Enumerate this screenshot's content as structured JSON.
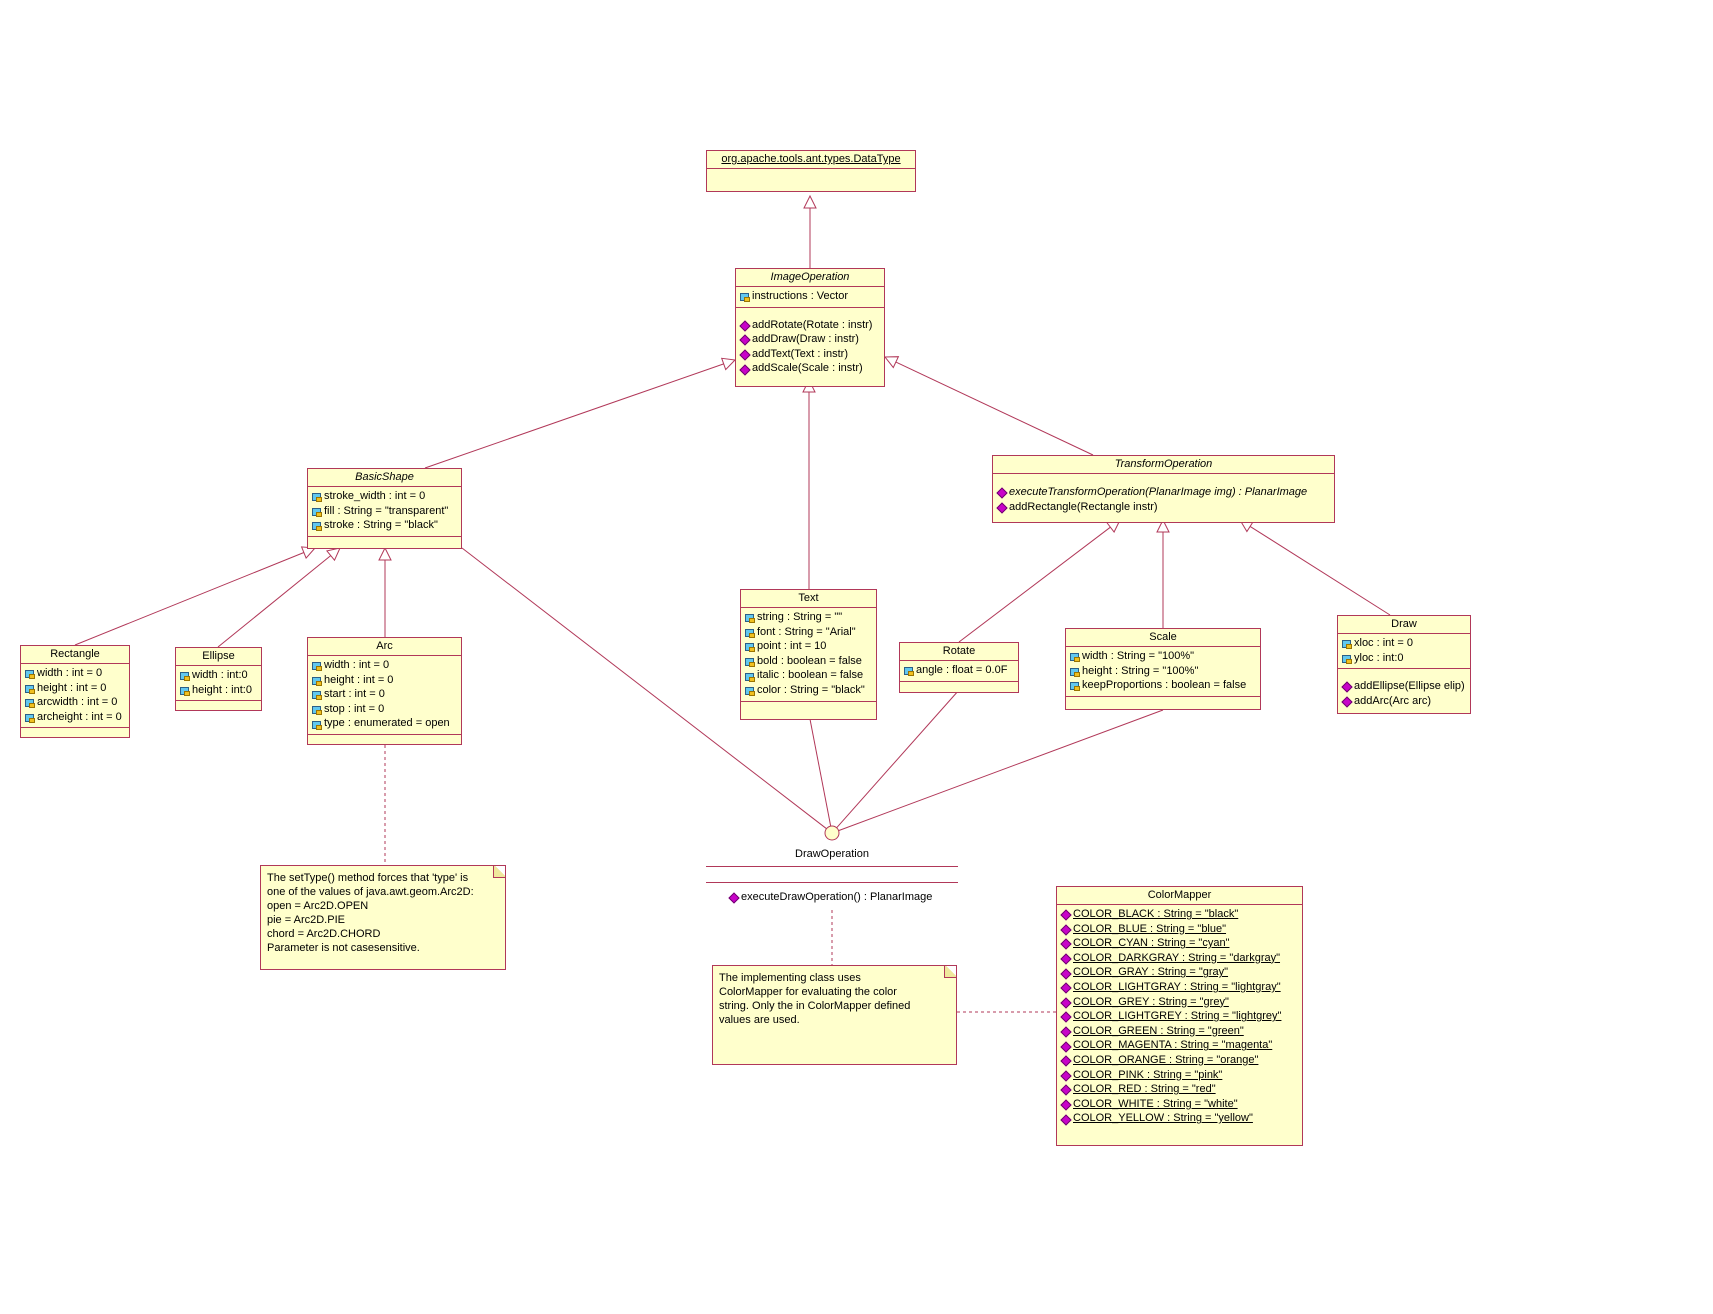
{
  "colors": {
    "background": "#FFFFFF",
    "box_fill": "#FFFFCC",
    "line": "#B13859",
    "operation_icon": "#C803C8",
    "attribute_icon": "#62C8EE"
  },
  "classes": {
    "datatype": {
      "title": "org.apache.tools.ant.types.DataType",
      "attributes": [],
      "operations": []
    },
    "imageOperation": {
      "title": "ImageOperation",
      "attributes": [
        {
          "kind": "attr",
          "text": "instructions : Vector"
        }
      ],
      "operations": [
        {
          "kind": "op",
          "text": "addRotate(Rotate : instr)"
        },
        {
          "kind": "op",
          "text": "addDraw(Draw : instr)"
        },
        {
          "kind": "op",
          "text": "addText(Text : instr)"
        },
        {
          "kind": "op",
          "text": "addScale(Scale : instr)"
        }
      ]
    },
    "basicShape": {
      "title": "BasicShape",
      "attributes": [
        {
          "kind": "attr",
          "text": "stroke_width : int = 0"
        },
        {
          "kind": "attr",
          "text": "fill : String = \"transparent\""
        },
        {
          "kind": "attr",
          "text": "stroke : String = \"black\""
        }
      ],
      "operations": []
    },
    "transformOperation": {
      "title": "TransformOperation",
      "attributes": [],
      "operations": [
        {
          "kind": "op",
          "text": "executeTransformOperation(PlanarImage img) : PlanarImage",
          "italic": true
        },
        {
          "kind": "op",
          "text": "addRectangle(Rectangle instr)"
        }
      ]
    },
    "rectangle": {
      "title": "Rectangle",
      "attributes": [
        {
          "kind": "attr",
          "text": "width : int = 0"
        },
        {
          "kind": "attr",
          "text": "height : int = 0"
        },
        {
          "kind": "attr",
          "text": "arcwidth : int = 0"
        },
        {
          "kind": "attr",
          "text": "archeight : int = 0"
        }
      ],
      "operations": []
    },
    "ellipse": {
      "title": "Ellipse",
      "attributes": [
        {
          "kind": "attr",
          "text": "width : int:0"
        },
        {
          "kind": "attr",
          "text": "height : int:0"
        }
      ],
      "operations": []
    },
    "arc": {
      "title": "Arc",
      "attributes": [
        {
          "kind": "attr",
          "text": "width : int = 0"
        },
        {
          "kind": "attr",
          "text": "height : int = 0"
        },
        {
          "kind": "attr",
          "text": "start : int = 0"
        },
        {
          "kind": "attr",
          "text": "stop : int = 0"
        },
        {
          "kind": "attr",
          "text": "type : enumerated = open"
        }
      ],
      "operations": []
    },
    "text": {
      "title": "Text",
      "attributes": [
        {
          "kind": "attr",
          "text": "string : String = \"\""
        },
        {
          "kind": "attr",
          "text": "font : String = \"Arial\""
        },
        {
          "kind": "attr",
          "text": "point : int = 10"
        },
        {
          "kind": "attr",
          "text": "bold : boolean = false"
        },
        {
          "kind": "attr",
          "text": "italic : boolean = false"
        },
        {
          "kind": "attr",
          "text": "color : String = \"black\""
        }
      ],
      "operations": []
    },
    "rotate": {
      "title": "Rotate",
      "attributes": [
        {
          "kind": "attr",
          "text": "angle : float = 0.0F"
        }
      ],
      "operations": []
    },
    "scale": {
      "title": "Scale",
      "attributes": [
        {
          "kind": "attr",
          "text": "width : String = \"100%\""
        },
        {
          "kind": "attr",
          "text": "height : String = \"100%\""
        },
        {
          "kind": "attr",
          "text": "keepProportions : boolean = false"
        }
      ],
      "operations": []
    },
    "draw": {
      "title": "Draw",
      "attributes": [
        {
          "kind": "attr",
          "text": "xloc : int = 0"
        },
        {
          "kind": "attr",
          "text": "yloc : int:0"
        }
      ],
      "operations": [
        {
          "kind": "op",
          "text": "addEllipse(Ellipse elip)"
        },
        {
          "kind": "op",
          "text": "addArc(Arc arc)"
        }
      ]
    },
    "colorMapper": {
      "title": "ColorMapper",
      "operations": [
        {
          "kind": "op",
          "underline": true,
          "text": "COLOR_BLACK : String = \"black\""
        },
        {
          "kind": "op",
          "underline": true,
          "text": "COLOR_BLUE : String = \"blue\""
        },
        {
          "kind": "op",
          "underline": true,
          "text": "COLOR_CYAN : String = \"cyan\""
        },
        {
          "kind": "op",
          "underline": true,
          "text": "COLOR_DARKGRAY : String = \"darkgray\""
        },
        {
          "kind": "op",
          "underline": true,
          "text": "COLOR_GRAY : String = \"gray\""
        },
        {
          "kind": "op",
          "underline": true,
          "text": "COLOR_LIGHTGRAY : String = \"lightgray\""
        },
        {
          "kind": "op",
          "underline": true,
          "text": "COLOR_GREY : String = \"grey\""
        },
        {
          "kind": "op",
          "underline": true,
          "text": "COLOR_LIGHTGREY : String = \"lightgrey\""
        },
        {
          "kind": "op",
          "underline": true,
          "text": "COLOR_GREEN : String = \"green\""
        },
        {
          "kind": "op",
          "underline": true,
          "text": "COLOR_MAGENTA : String = \"magenta\""
        },
        {
          "kind": "op",
          "underline": true,
          "text": "COLOR_ORANGE : String = \"orange\""
        },
        {
          "kind": "op",
          "underline": true,
          "text": "COLOR_PINK : String = \"pink\""
        },
        {
          "kind": "op",
          "underline": true,
          "text": "COLOR_RED : String = \"red\""
        },
        {
          "kind": "op",
          "underline": true,
          "text": "COLOR_WHITE : String = \"white\""
        },
        {
          "kind": "op",
          "underline": true,
          "text": "COLOR_YELLOW : String = \"yellow\""
        }
      ]
    }
  },
  "interface": {
    "name": "DrawOperation",
    "operations": [
      {
        "kind": "op",
        "text": "executeDrawOperation() : PlanarImage"
      }
    ]
  },
  "notes": {
    "arc_note": {
      "lines": [
        "The setType() method forces that 'type' is",
        "one of the values of java.awt.geom.Arc2D:",
        "open = Arc2D.OPEN",
        "pie = Arc2D.PIE",
        "chord = Arc2D.CHORD",
        "Parameter is not casesensitive."
      ]
    },
    "color_note": {
      "lines": [
        "The implementing class uses",
        "ColorMapper for evaluating the color",
        "string. Only the in ColorMapper defined",
        "values are used."
      ]
    }
  }
}
